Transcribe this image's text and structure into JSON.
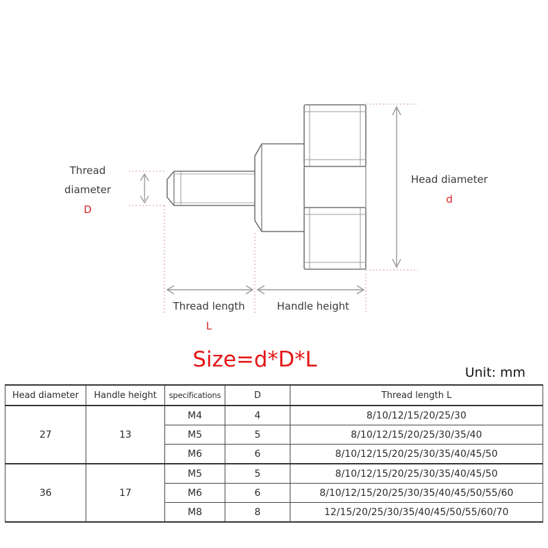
{
  "diagram": {
    "thread_diameter_label_1": "Thread",
    "thread_diameter_label_2": "diameter",
    "thread_diameter_symbol": "D",
    "head_diameter_label": "Head diameter",
    "head_diameter_symbol": "d",
    "thread_length_label": "Thread length",
    "thread_length_symbol": "L",
    "handle_height_label": "Handle height"
  },
  "size_formula": "Size=d*D*L",
  "unit": "Unit: mm",
  "colors": {
    "accent_red": "#e41515",
    "line": "#555555",
    "dim_line": "#9a9a9a"
  },
  "table": {
    "headers": {
      "head_diameter": "Head diameter",
      "handle_height": "Handle height",
      "specifications": "specifications",
      "d": "D",
      "thread_length": "Thread length L"
    },
    "groups": [
      {
        "head_diameter": "27",
        "handle_height": "13",
        "rows": [
          {
            "spec": "M4",
            "d": "4",
            "lengths": "8/10/12/15/20/25/30"
          },
          {
            "spec": "M5",
            "d": "5",
            "lengths": "8/10/12/15/20/25/30/35/40"
          },
          {
            "spec": "M6",
            "d": "6",
            "lengths": "8/10/12/15/20/25/30/35/40/45/50"
          }
        ]
      },
      {
        "head_diameter": "36",
        "handle_height": "17",
        "rows": [
          {
            "spec": "M5",
            "d": "5",
            "lengths": "8/10/12/15/20/25/30/35/40/45/50"
          },
          {
            "spec": "M6",
            "d": "6",
            "lengths": "8/10/12/15/20/25/30/35/40/45/50/55/60"
          },
          {
            "spec": "M8",
            "d": "8",
            "lengths": "12/15/20/25/30/35/40/45/50/55/60/70"
          }
        ]
      }
    ]
  }
}
